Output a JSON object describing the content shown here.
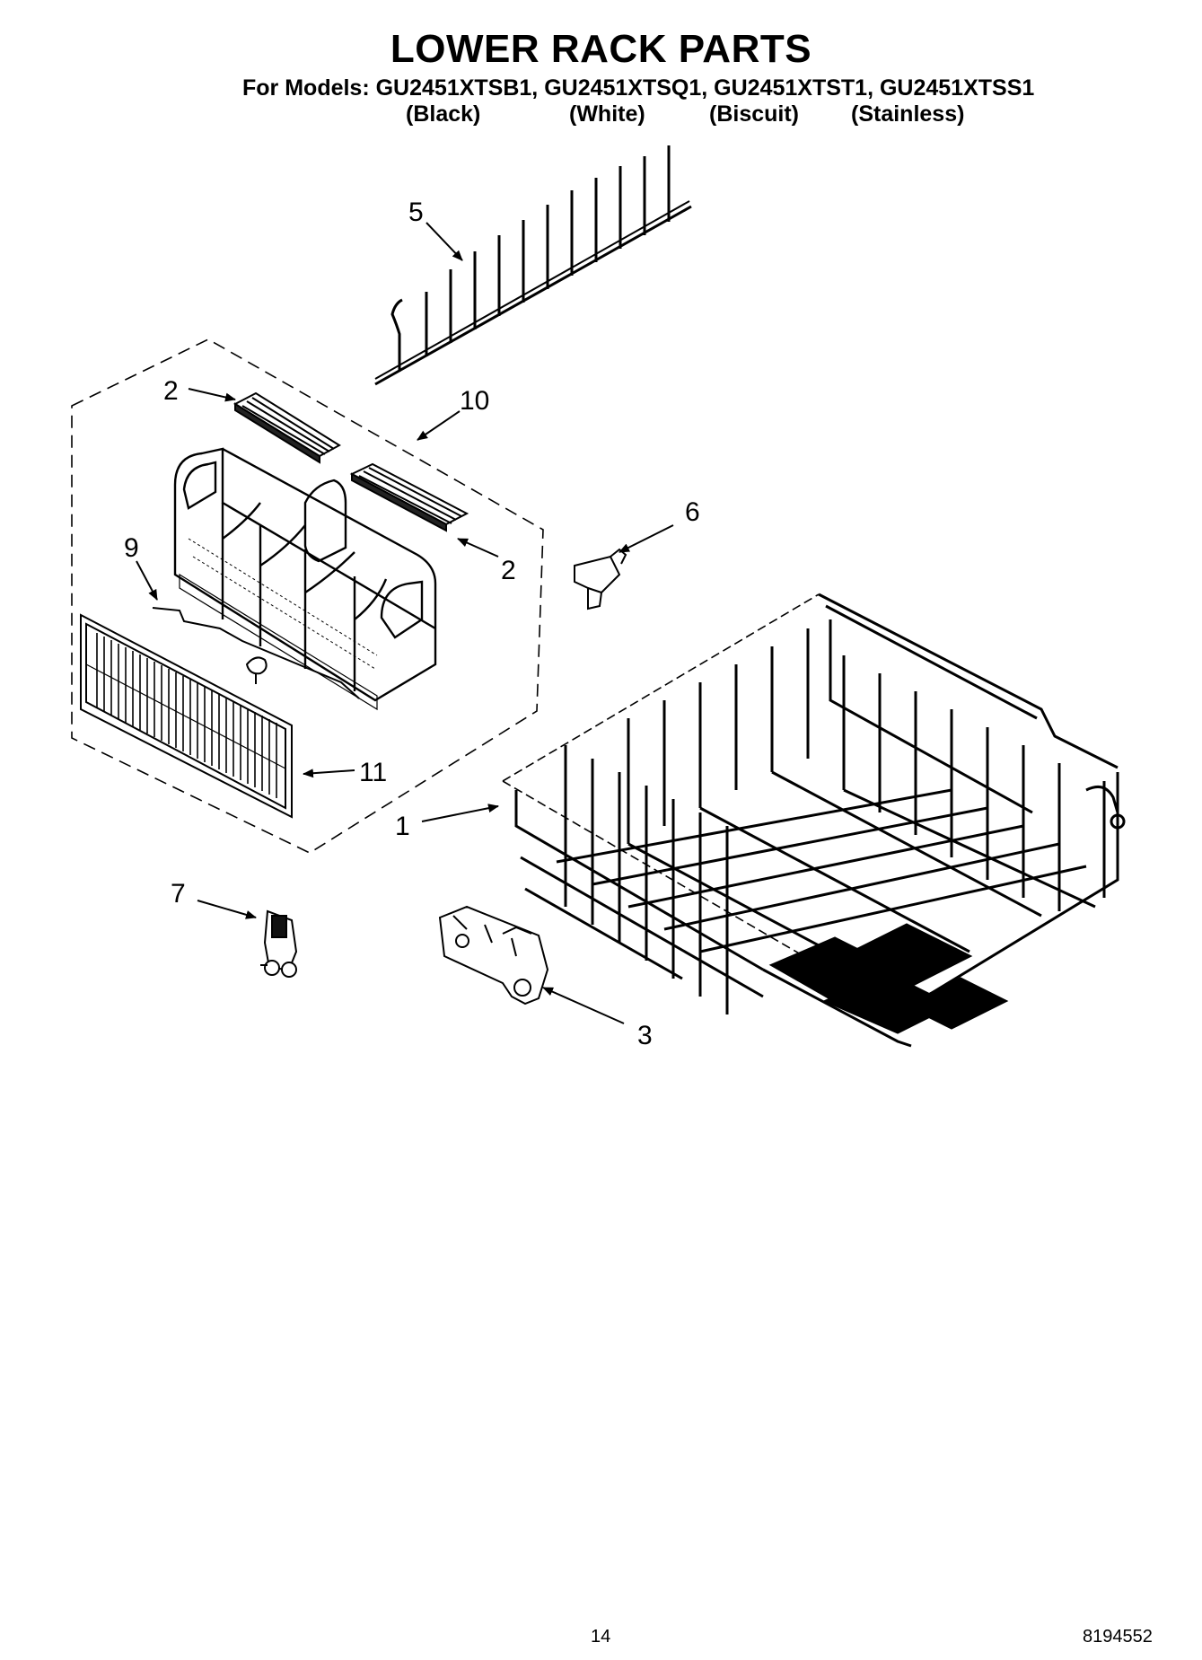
{
  "header": {
    "title": "LOWER RACK PARTS",
    "models_line": "For Models: GU2451XTSB1, GU2451XTSQ1, GU2451XTST1, GU2451XTSS1",
    "variants": [
      "(Black)",
      "(White)",
      "(Biscuit)",
      "(Stainless)"
    ]
  },
  "callouts": {
    "c1": "1",
    "c2a": "2",
    "c2b": "2",
    "c3": "3",
    "c5": "5",
    "c6": "6",
    "c7": "7",
    "c9": "9",
    "c10": "10",
    "c11": "11"
  },
  "footer": {
    "page_number": "14",
    "doc_number": "8194552"
  }
}
